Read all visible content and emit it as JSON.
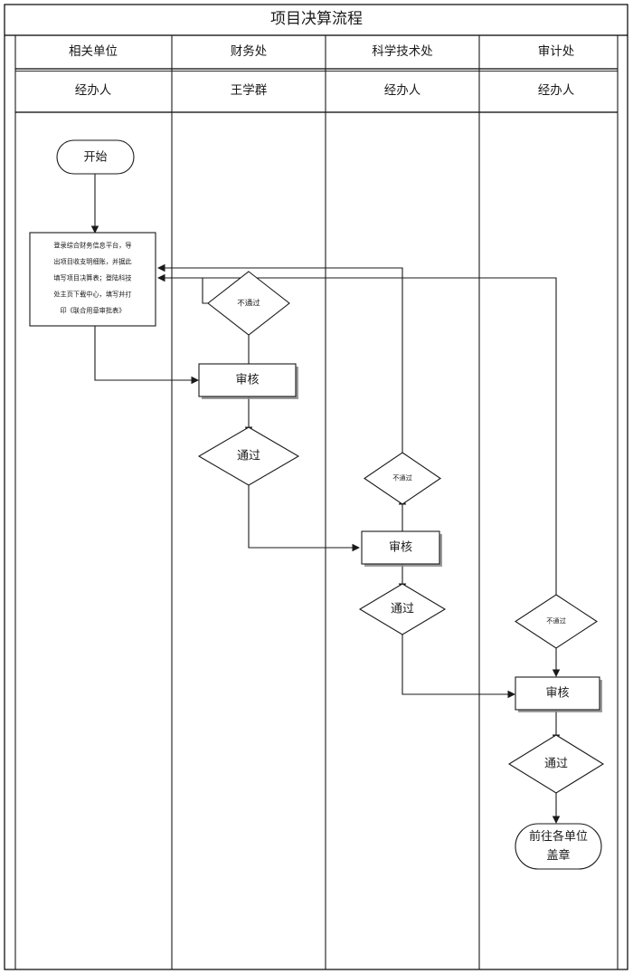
{
  "document": {
    "title": "项目决算流程"
  },
  "columns": [
    {
      "header": "相关单位",
      "role": "经办人"
    },
    {
      "header": "财务处",
      "role": "王学群"
    },
    {
      "header": "科学技术处",
      "role": "经办人"
    },
    {
      "header": "审计处",
      "role": "经办人"
    }
  ],
  "nodes": {
    "start": "开始",
    "prepare": {
      "lines": [
        "登录综合财务信息平台，导",
        "出项目收支明细账，并据此",
        "填写项目决算表；登陆科技",
        "处主页下载中心，填写并打",
        "印《联合用章审批表》"
      ],
      "full": "登录综合财务信息平台，导出项目收支明细账，并据此填写项目决算表；登陆科技处主页下载中心，填写并打印《联合用章审批表》"
    },
    "finance_reject": "不通过",
    "finance_review": "审核",
    "finance_pass": "通过",
    "tech_reject": "不通过",
    "tech_review": "审核",
    "tech_pass": "通过",
    "audit_reject": "不通过",
    "audit_review": "审核",
    "audit_pass": "通过",
    "end": {
      "line1": "前往各单位",
      "line2": "盖章",
      "full": "前往各单位盖章"
    }
  },
  "style": {
    "line_color": "#1a1a1a",
    "shape_fill": "#ffffff",
    "shadow_color": "#8a8a8a",
    "page_background": "#ffffff"
  }
}
